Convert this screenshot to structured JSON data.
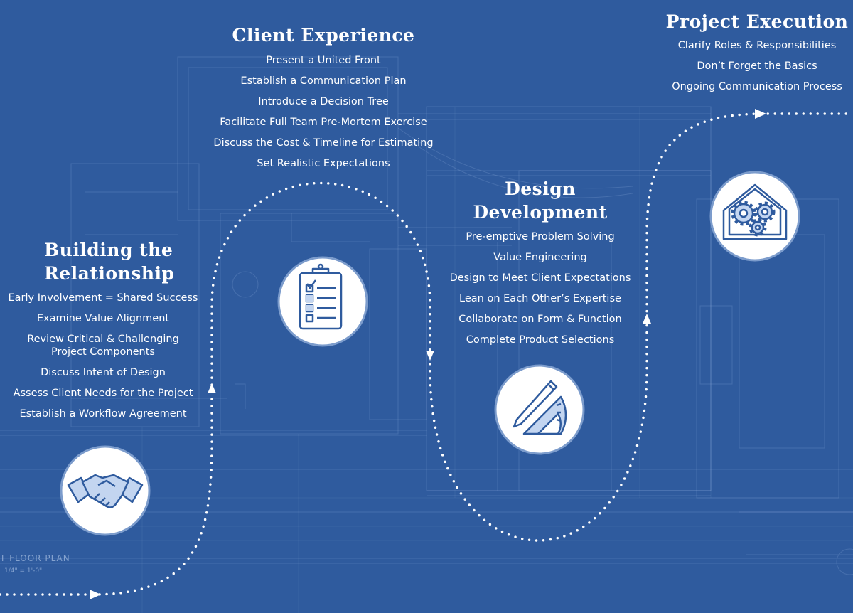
{
  "background": {
    "color": "#2f5b9e",
    "line_color": "#9db8e4",
    "accent": "#c3d5f0"
  },
  "plan_labels": {
    "floor_plan": "T FLOOR PLAN",
    "scale": "1/4\" = 1'-0\""
  },
  "sections": {
    "client_experience": {
      "title": "Client Experience",
      "icon": "clipboard-checklist-icon",
      "items": [
        "Present a United Front",
        "Establish a Communication Plan",
        "Introduce a Decision Tree",
        "Facilitate Full Team Pre-Mortem Exercise",
        "Discuss the Cost & Timeline for Estimating",
        "Set Realistic Expectations"
      ]
    },
    "project_execution": {
      "title": "Project Execution",
      "icon": "house-gears-icon",
      "items": [
        "Clarify Roles & Responsibilities",
        "Don’t Forget the Basics",
        "Ongoing Communication Process"
      ]
    },
    "design_development": {
      "title_line1": "Design",
      "title_line2": "Development",
      "icon": "pencil-protractor-icon",
      "items": [
        "Pre-emptive Problem Solving",
        "Value Engineering",
        "Design to Meet Client Expectations",
        "Lean on Each Other’s Expertise",
        "Collaborate on Form & Function",
        "Complete Product Selections"
      ]
    },
    "building_relationship": {
      "title_line1": "Building the",
      "title_line2": "Relationship",
      "icon": "handshake-icon",
      "items": [
        "Early Involvement = Shared Success",
        "Examine Value Alignment",
        "Review Critical & Challenging",
        "Project Components",
        "Discuss Intent of Design",
        "Assess Client Needs for the Project",
        "Establish a Workflow Agreement"
      ]
    }
  }
}
